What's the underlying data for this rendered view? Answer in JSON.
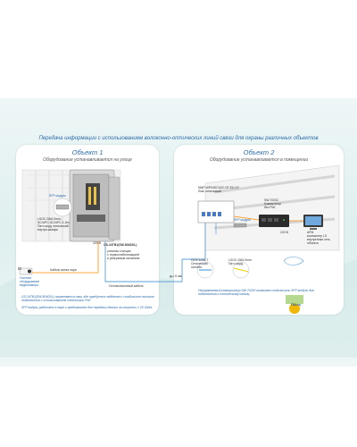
{
  "headline": "Передача информации с использованием волоконно-оптических линий связи для охраны различных объектов",
  "object1": {
    "title": "Объект 1",
    "subtitle": "Оборудование устанавливается на улице",
    "sfp": "SFP модуль",
    "patchcord": "LSOC-SM2.0mm-SC/UPC-SC/UPC-1.0m\nПатч-корд оптический\nвнутри шкафа",
    "equipment_label": "OS-34TB1(SW-80402/L)",
    "equipment_desc": "уличная станция\nс термостабилизацией\nи резервным питанием",
    "voltage": "220 В",
    "camera": "Уличное\nоборудование\nвидеокамера",
    "cable_label": "Кабель витая пара",
    "fiber_label": "Оптоволоконный кабель",
    "note1": "OS-34TB1(SW-80402/L) применяется там, где требуется надёжное и стабильное питание подключения с использованием технологии PoE",
    "note2": "SFP модуль работает в паре и предназначен для передачи данных на скорости 1.25 Gbit/s"
  },
  "distance": "до 3 км",
  "object2": {
    "title": "Объект 2",
    "subtitle": "Оборудование устанавливается в помещении",
    "crossbox": "NMP-WP04SCU02-OF-E6-GY\nбокс оптический",
    "switch": "SW-70202\nКоммутатор\nбез PoE",
    "sfp": "SFP модуль",
    "arm": "АРМ\nкомпьютер LS\nвнутренняя сеть\nобъекта",
    "voltage": "220 В",
    "pigtail": "OCS-1x4A-T\nОптический\nпигтейл",
    "patchcord": "LSOC-SM2.0mm\nПатч-корд",
    "note": "Неуправляемый коммутатор SW-70202 позволяет подключить SFP-модуль для подключения к оптическому каналу."
  },
  "logo": "Пыль",
  "colors": {
    "accent": "#2a6aa8",
    "fiber": "#5aa0d8",
    "cable": "#ff8c00",
    "band": "#dff0ef"
  }
}
